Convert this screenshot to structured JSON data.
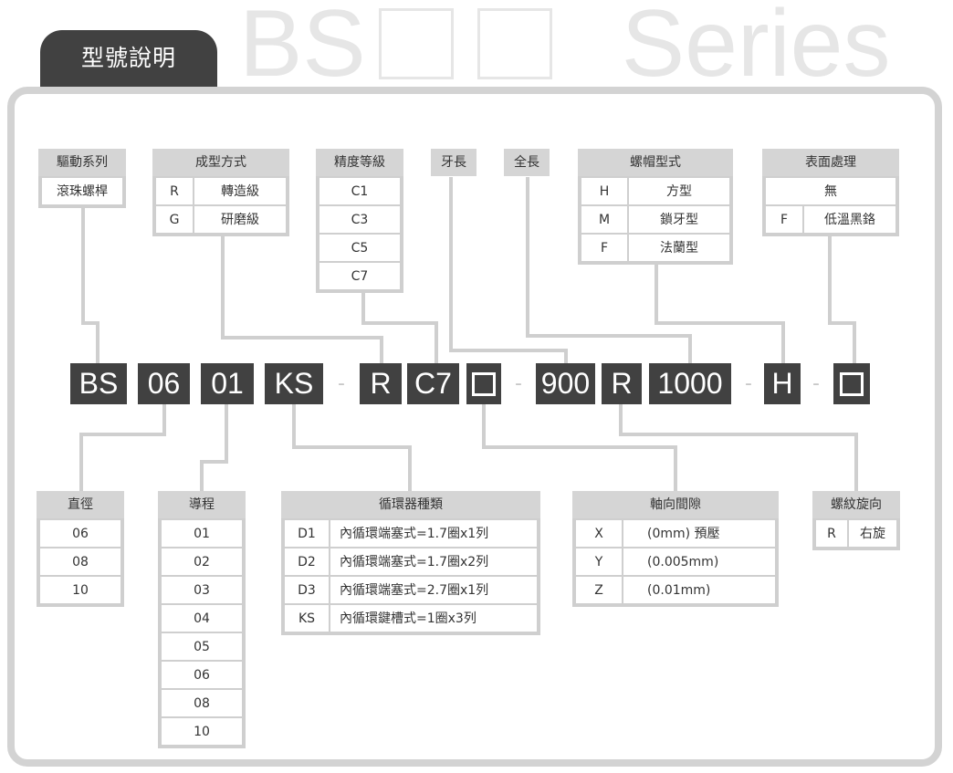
{
  "header": {
    "tab_label": "型號說明",
    "series_prefix": "BS",
    "series_suffix": "Series"
  },
  "code": {
    "bs": "BS",
    "diameter": "06",
    "lead": "01",
    "circulation": "KS",
    "dash": "-",
    "forming": "R",
    "grade": "C7",
    "thread_length": "900",
    "direction": "R",
    "total_length": "1000",
    "nut": "H"
  },
  "tables": {
    "drive": {
      "title": "驅動系列",
      "value": "滾珠螺桿"
    },
    "forming": {
      "title": "成型方式",
      "rows": [
        {
          "k": "R",
          "v": "轉造級"
        },
        {
          "k": "G",
          "v": "研磨級"
        }
      ]
    },
    "grade": {
      "title": "精度等級",
      "rows": [
        "C1",
        "C3",
        "C5",
        "C7"
      ]
    },
    "thread_length": {
      "title": "牙長"
    },
    "total_length": {
      "title": "全長"
    },
    "nut": {
      "title": "螺帽型式",
      "rows": [
        {
          "k": "H",
          "v": "方型"
        },
        {
          "k": "M",
          "v": "鎖牙型"
        },
        {
          "k": "F",
          "v": "法蘭型"
        }
      ]
    },
    "surface": {
      "title": "表面處理",
      "none": "無",
      "rows": [
        {
          "k": "F",
          "v": "低溫黑鉻"
        }
      ]
    },
    "diameter": {
      "title": "直徑",
      "rows": [
        "06",
        "08",
        "10"
      ]
    },
    "lead": {
      "title": "導程",
      "rows": [
        "01",
        "02",
        "03",
        "04",
        "05",
        "06",
        "08",
        "10"
      ]
    },
    "circulation": {
      "title": "循環器種類",
      "rows": [
        {
          "k": "D1",
          "v": "內循環端塞式=1.7圈x1列"
        },
        {
          "k": "D2",
          "v": "內循環端塞式=1.7圈x2列"
        },
        {
          "k": "D3",
          "v": "內循環端塞式=2.7圈x1列"
        },
        {
          "k": "KS",
          "v": "內循環鍵槽式=1圈x3列"
        }
      ]
    },
    "clearance": {
      "title": "軸向間隙",
      "rows": [
        {
          "k": "X",
          "v": "(0mm) 預壓"
        },
        {
          "k": "Y",
          "v": "(0.005mm)"
        },
        {
          "k": "Z",
          "v": "(0.01mm)"
        }
      ]
    },
    "direction": {
      "title": "螺紋旋向",
      "rows": [
        {
          "k": "R",
          "v": "右旋"
        }
      ]
    }
  }
}
